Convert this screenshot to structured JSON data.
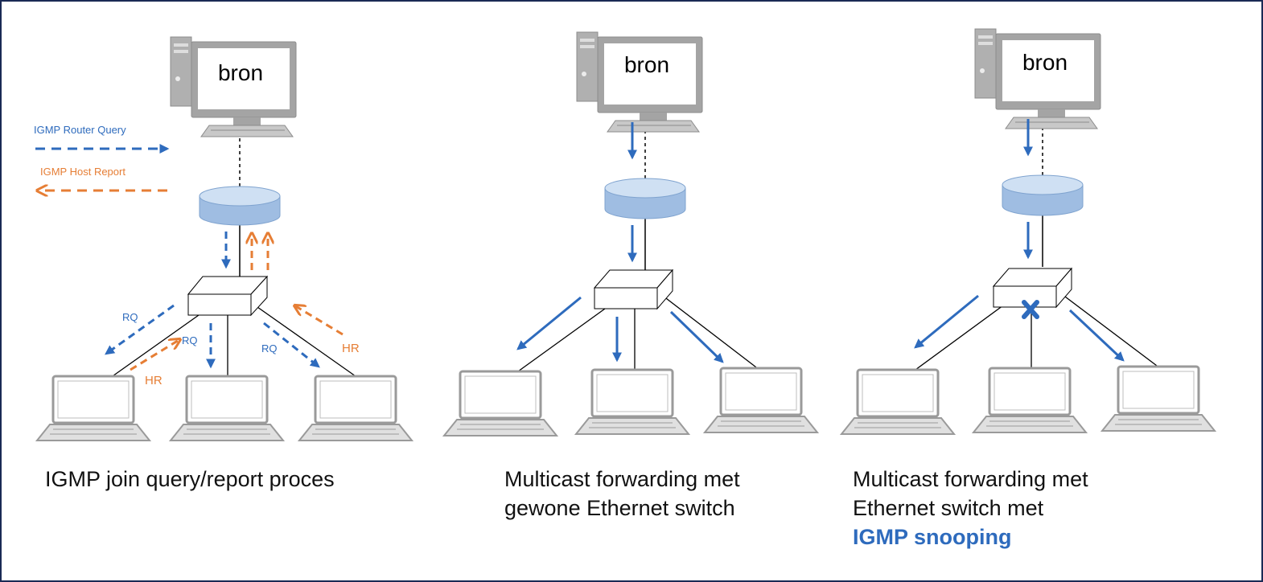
{
  "colors": {
    "query": "#2e6bbd",
    "report": "#e67e35",
    "device": "#9a9a9a",
    "router_top": "#cfe0f3",
    "router_side": "#9fbde2",
    "frame": "#1a2a55"
  },
  "legend": {
    "query_label": "IGMP Router Query",
    "report_label": "IGMP Host Report"
  },
  "panels": [
    {
      "source_label": "bron",
      "caption_line1": "IGMP join query/report proces",
      "labels": {
        "rq_left": "RQ",
        "rq_mid": "RQ",
        "rq_right": "RQ",
        "hr_left": "HR",
        "hr_right": "HR"
      }
    },
    {
      "source_label": "bron",
      "caption_line1": "Multicast forwarding met",
      "caption_line2": "gewone Ethernet switch"
    },
    {
      "source_label": "bron",
      "caption_line1": "Multicast forwarding met",
      "caption_line2": "Ethernet switch met",
      "caption_line3": "IGMP snooping",
      "blocked_icon": "x-mark-icon"
    }
  ]
}
